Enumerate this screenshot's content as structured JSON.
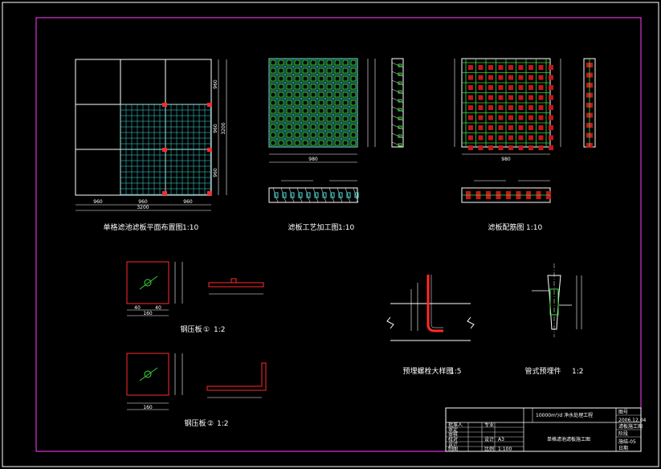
{
  "colors": {
    "background": "#000000",
    "frame": "#ff40ff",
    "lines": "#ffffff",
    "grid": "#40e0e0",
    "rebar": "#3cdc3c",
    "section": "#ff2a2a"
  },
  "captions": {
    "plan": "单格滤池滤板平面布置图",
    "plan_scale": "1:10",
    "process": "滤板工艺加工图",
    "process_scale": "1:10",
    "rebar": "滤板配筋图",
    "rebar_scale": "1:10",
    "plate_a": "钢压板",
    "plate_a_mark": "①",
    "plate_a_scale": "1:2",
    "plate_b": "钢压板",
    "plate_b_mark": "②",
    "plate_b_scale": "1:2",
    "bolt": "预埋螺栓大样图",
    "bolt_scale": "1:5",
    "nozzle": "管式预埋件",
    "nozzle_scale": "1:2"
  },
  "dims": {
    "plan_bottom": [
      "960",
      "960",
      "960"
    ],
    "plan_total": "3200",
    "plan_right": [
      "960",
      "960",
      "960"
    ],
    "plan_right_total": "3200",
    "process_bottom": "980",
    "rebar_bottom": "980",
    "plate_a_w": "40",
    "plate_a_total": "160",
    "plate_b_total": "160"
  },
  "title_block": {
    "project": "10000m³/d 净水处理工程",
    "date": "2006.12.04",
    "scale": "1:100",
    "sheet_size": "A3",
    "drawing_title": "滤板施工图",
    "drawing_no": "施结-05",
    "sheet_name": "单格滤池滤板施工图",
    "left_rows": [
      "批准人",
      "审定",
      "审核",
      "校对",
      "设计",
      "制图"
    ],
    "mid_labels": [
      "专业",
      "设计",
      "比例"
    ],
    "right_labels": [
      "图号",
      "日期",
      "阶段"
    ]
  }
}
